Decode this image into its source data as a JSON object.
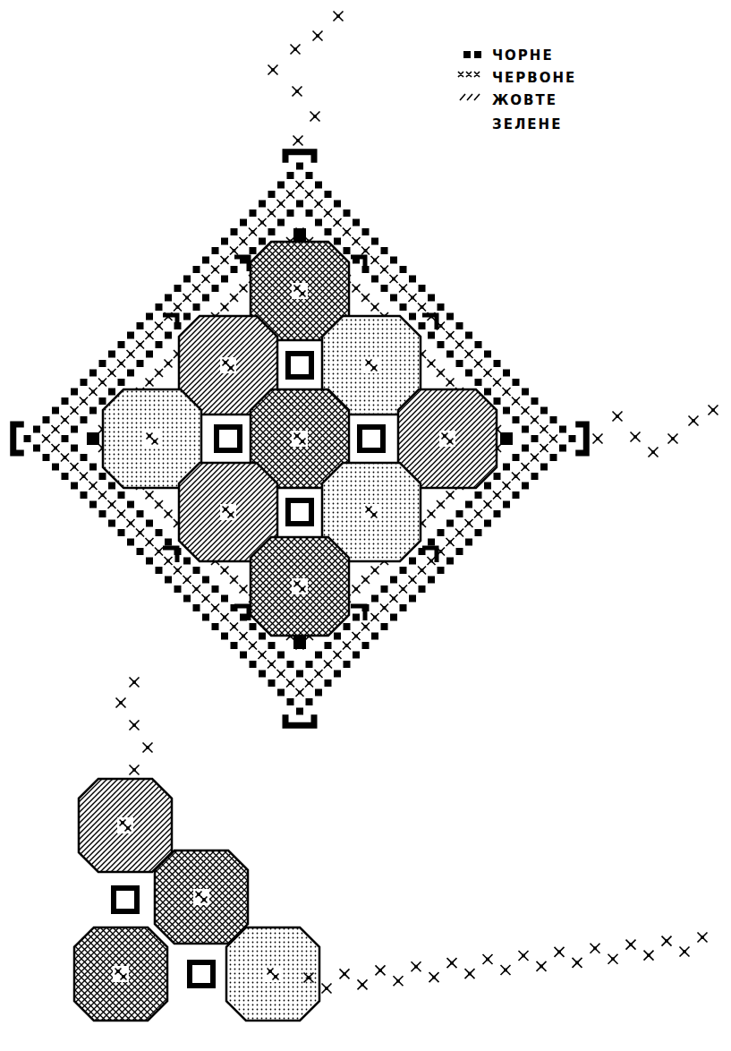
{
  "diagram": {
    "legend": [
      {
        "text": "ЧОРНЕ"
      },
      {
        "text": "ЧЕРВОНЕ"
      },
      {
        "text": "ЖОВТЕ"
      },
      {
        "text": "ЗЕЛЕНЕ"
      }
    ]
  }
}
